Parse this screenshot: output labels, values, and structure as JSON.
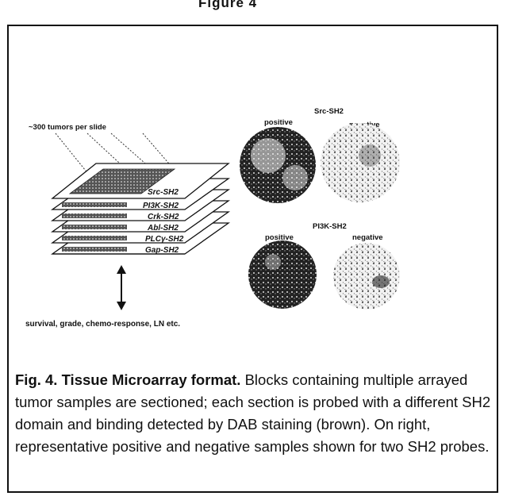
{
  "page": {
    "top_fragment": "Figure 4"
  },
  "diagram": {
    "annotation_top": "~300 tumors per slide",
    "slides": [
      {
        "label": "Src-SH2"
      },
      {
        "label": "PI3K-SH2"
      },
      {
        "label": "Crk-SH2"
      },
      {
        "label": "Abl-SH2"
      },
      {
        "label": "PLCγ-SH2"
      },
      {
        "label": "Gap-SH2"
      }
    ],
    "outcomes_label": "survival, grade, chemo-response, LN etc.",
    "panels": [
      {
        "probe": "Src-SH2",
        "positive_label": "positive",
        "negative_label": "negative"
      },
      {
        "probe": "PI3K-SH2",
        "positive_label": "positive",
        "negative_label": "negative"
      }
    ]
  },
  "caption": {
    "heading": "Fig. 4.  Tissue Microarray format.",
    "body": " Blocks containing multiple arrayed tumor samples are sectioned; each section is probed with a different SH2 domain and binding detected by DAB staining (brown). On right, representative positive and negative samples shown for two SH2 probes."
  }
}
